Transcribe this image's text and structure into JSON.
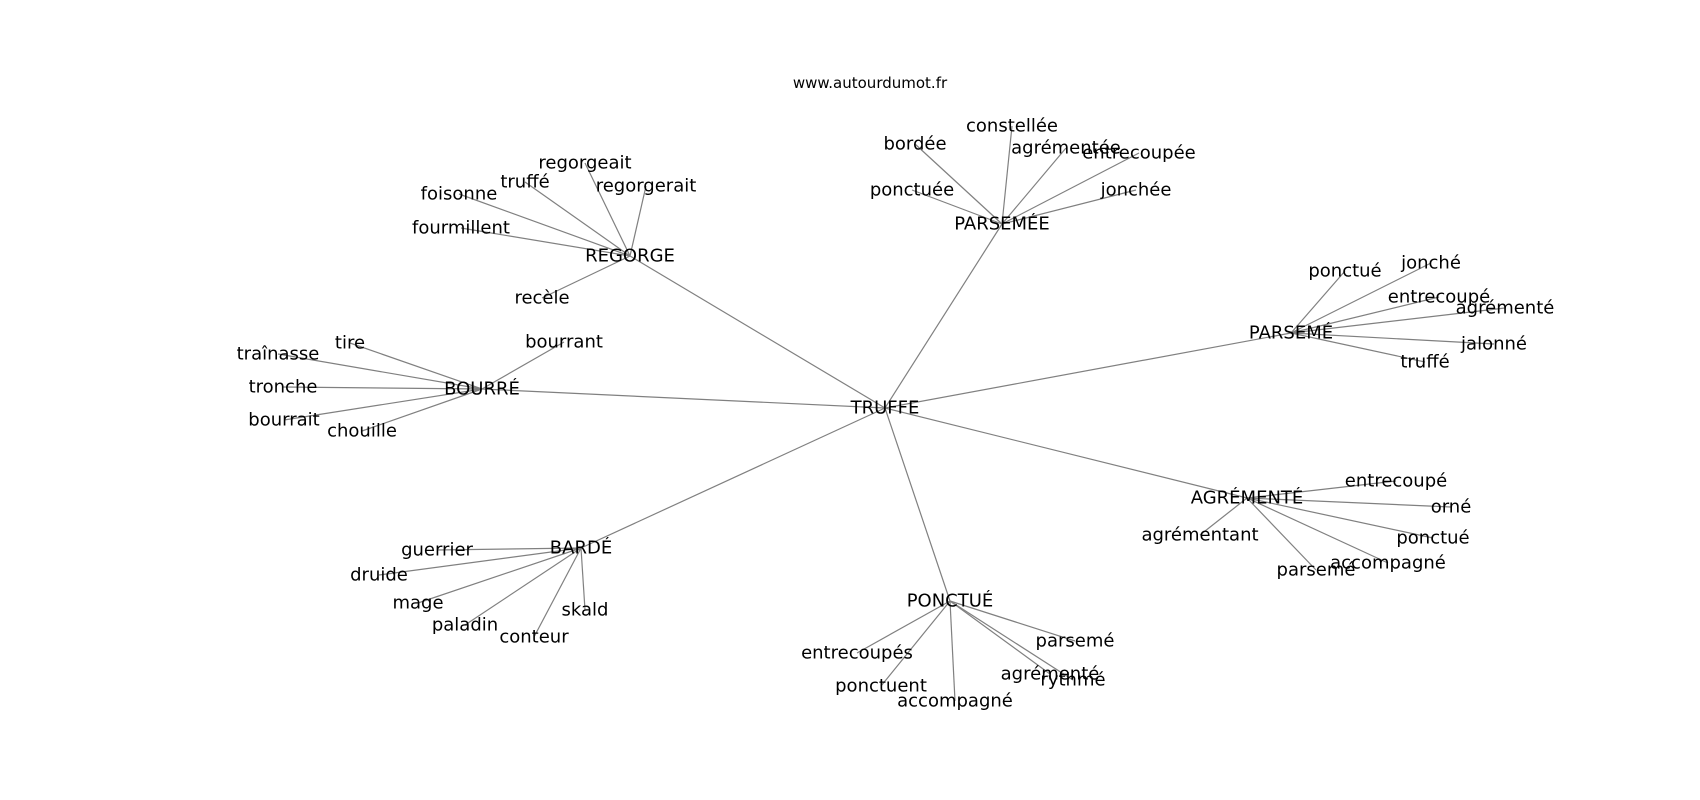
{
  "watermark": "www.autourdumot.fr",
  "colors": {
    "edge": "#808080",
    "text": "#000000",
    "background": "#ffffff"
  },
  "graph": {
    "center": "TRUFFE",
    "hubs": [
      {
        "id": "regorge",
        "label": "REGORGE",
        "leaves": [
          "regorgeait",
          "truffé",
          "regorgerait",
          "foisonne",
          "fourmillent",
          "recèle"
        ]
      },
      {
        "id": "parsemee",
        "label": "PARSEMÉE",
        "leaves": [
          "constellée",
          "bordée",
          "agrémentée",
          "entrecoupée",
          "ponctuée",
          "jonchée"
        ]
      },
      {
        "id": "parseme",
        "label": "PARSEMÉ",
        "leaves": [
          "ponctué",
          "jonché",
          "entrecoupé",
          "agrémenté",
          "jalonné",
          "truffé"
        ]
      },
      {
        "id": "bourre",
        "label": "BOURRÉ",
        "leaves": [
          "tire",
          "bourrant",
          "traînasse",
          "tronche",
          "bourrait",
          "chouille"
        ]
      },
      {
        "id": "agremente",
        "label": "AGRÉMENTÉ",
        "leaves": [
          "entrecoupé",
          "orné",
          "agrémentant",
          "ponctué",
          "accompagné",
          "parsemé"
        ]
      },
      {
        "id": "barde",
        "label": "BARDÉ",
        "leaves": [
          "guerrier",
          "druide",
          "mage",
          "paladin",
          "conteur",
          "skald"
        ]
      },
      {
        "id": "ponctue",
        "label": "PONCTUÉ",
        "leaves": [
          "parsemé",
          "entrecoupés",
          "agrémenté",
          "rythmé",
          "ponctuent",
          "accompagné"
        ]
      }
    ]
  }
}
